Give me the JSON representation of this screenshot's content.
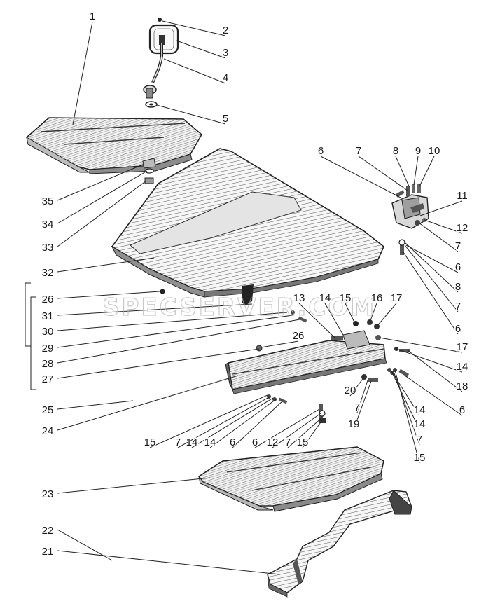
{
  "watermark": "SPECSERVER.COM",
  "callouts": [
    {
      "id": "c1",
      "label": "1"
    },
    {
      "id": "c2",
      "label": "2"
    },
    {
      "id": "c3",
      "label": "3"
    },
    {
      "id": "c4",
      "label": "4"
    },
    {
      "id": "c5",
      "label": "5"
    },
    {
      "id": "c6a",
      "label": "6"
    },
    {
      "id": "c7a",
      "label": "7"
    },
    {
      "id": "c8a",
      "label": "8"
    },
    {
      "id": "c9",
      "label": "9"
    },
    {
      "id": "c10",
      "label": "10"
    },
    {
      "id": "c11",
      "label": "11"
    },
    {
      "id": "c12a",
      "label": "12"
    },
    {
      "id": "c7b",
      "label": "7"
    },
    {
      "id": "c6b",
      "label": "6"
    },
    {
      "id": "c8b",
      "label": "8"
    },
    {
      "id": "c7c",
      "label": "7"
    },
    {
      "id": "c6c",
      "label": "6"
    },
    {
      "id": "c35",
      "label": "35"
    },
    {
      "id": "c34",
      "label": "34"
    },
    {
      "id": "c33",
      "label": "33"
    },
    {
      "id": "c32",
      "label": "32"
    },
    {
      "id": "c26a",
      "label": "26"
    },
    {
      "id": "c31",
      "label": "31"
    },
    {
      "id": "c30",
      "label": "30"
    },
    {
      "id": "c29",
      "label": "29"
    },
    {
      "id": "c28",
      "label": "28"
    },
    {
      "id": "c27",
      "label": "27"
    },
    {
      "id": "c13",
      "label": "13"
    },
    {
      "id": "c14a",
      "label": "14"
    },
    {
      "id": "c15a",
      "label": "15"
    },
    {
      "id": "c16",
      "label": "16"
    },
    {
      "id": "c17a",
      "label": "17"
    },
    {
      "id": "c17b",
      "label": "17"
    },
    {
      "id": "c14b",
      "label": "14"
    },
    {
      "id": "c18",
      "label": "18"
    },
    {
      "id": "c6d",
      "label": "6"
    },
    {
      "id": "c26b",
      "label": "26"
    },
    {
      "id": "c20",
      "label": "20"
    },
    {
      "id": "c7d",
      "label": "7"
    },
    {
      "id": "c19",
      "label": "19"
    },
    {
      "id": "c14c",
      "label": "14"
    },
    {
      "id": "c14d",
      "label": "14"
    },
    {
      "id": "c7e",
      "label": "7"
    },
    {
      "id": "c15b",
      "label": "15"
    },
    {
      "id": "c25",
      "label": "25"
    },
    {
      "id": "c24",
      "label": "24"
    },
    {
      "id": "c15c",
      "label": "15"
    },
    {
      "id": "c7f",
      "label": "7"
    },
    {
      "id": "c14e",
      "label": "14"
    },
    {
      "id": "c14f",
      "label": "14"
    },
    {
      "id": "c6e",
      "label": "6"
    },
    {
      "id": "c6f",
      "label": "6"
    },
    {
      "id": "c12b",
      "label": "12"
    },
    {
      "id": "c7g",
      "label": "7"
    },
    {
      "id": "c15d",
      "label": "15"
    },
    {
      "id": "c23",
      "label": "23"
    },
    {
      "id": "c22",
      "label": "22"
    },
    {
      "id": "c21",
      "label": "21"
    }
  ]
}
